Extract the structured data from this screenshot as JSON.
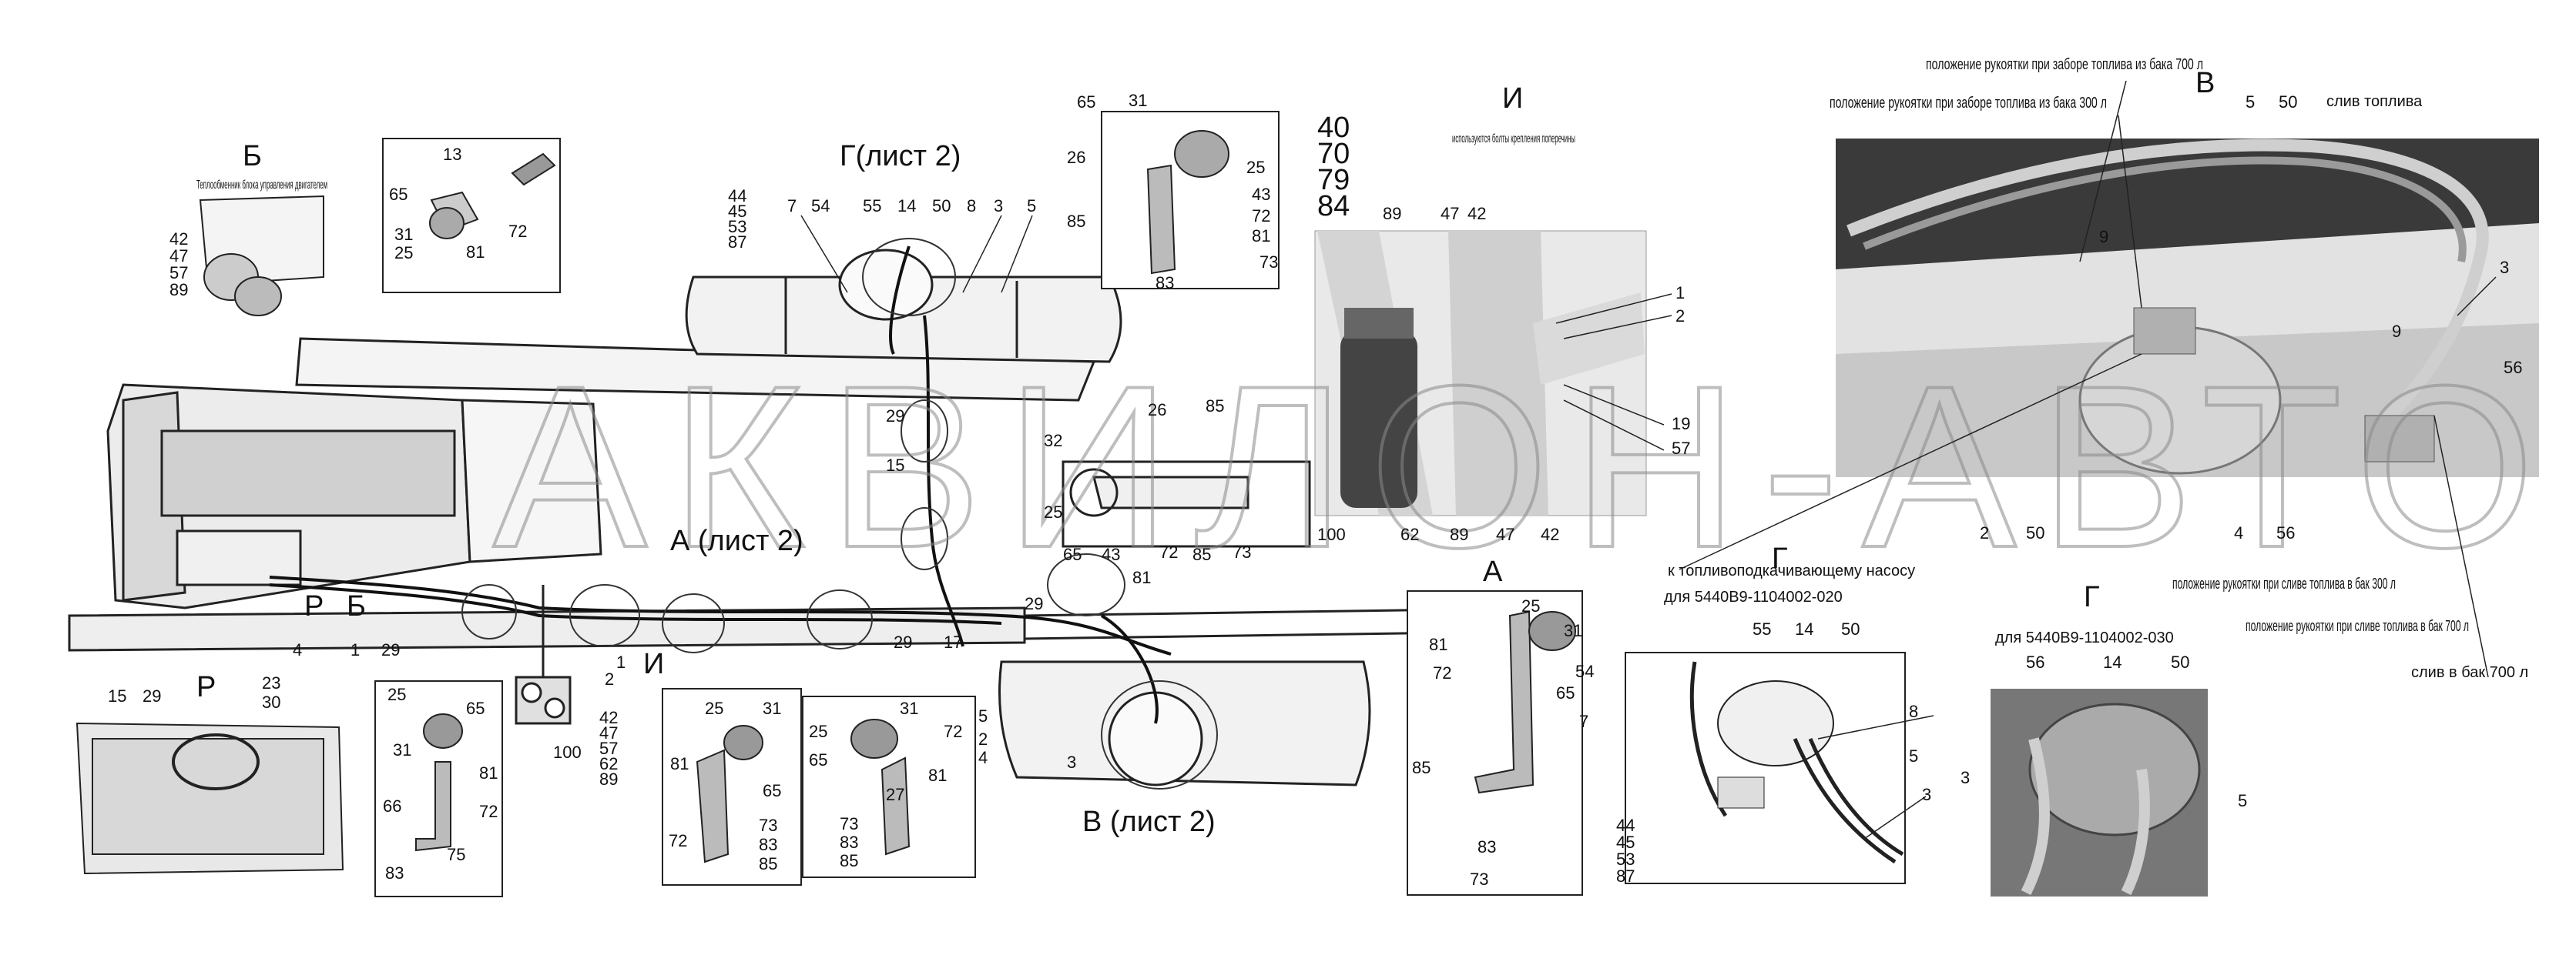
{
  "watermark": "АКВИЛОН-АВТО",
  "views": {
    "B_top_title": "Б",
    "B_top_note": "Теплообменник блока управления двигателем",
    "G_sheet2": "Г(лист 2)",
    "I_title": "И",
    "I_note": "используются болты крепления поперечины",
    "V_title": "В",
    "A_sheet2": "А (лист 2)",
    "V_sheet2": "В (лист 2)",
    "A_title": "А",
    "R_title": "Р",
    "G1_title": "Г",
    "G1_sub": "для 5440В9-1104002-020",
    "G2_title": "Г",
    "G2_sub": "для 5440В9-1104002-030",
    "I_arrow": "И",
    "R_arrow": "Р",
    "B_arrow": "Б"
  },
  "notes": {
    "handle_300_intake": "положение рукоятки при заборе топлива из бака 300 л",
    "handle_700_intake": "положение рукоятки при заборе топлива из бака 700 л",
    "fuel_drain": "слив топлива",
    "to_pump": "к топливоподкачивающему насосу",
    "handle_300_drain": "положение рукоятки при сливе топлива в бак 300 л",
    "handle_700_drain": "положение рукоятки при сливе топлива в бак 700 л",
    "drain_700": "слив в бак 700 л"
  },
  "callouts": {
    "b_stack": [
      "42",
      "47",
      "57",
      "89"
    ],
    "top_stack": [
      "44",
      "45",
      "53",
      "87"
    ],
    "i_stack": [
      "40",
      "70",
      "79",
      "84"
    ],
    "fixture_stack": [
      "42",
      "47",
      "57",
      "62",
      "89"
    ],
    "g1_stack": [
      "44",
      "45",
      "53",
      "87"
    ],
    "p13": "13",
    "p65": "65",
    "p31": "31",
    "p25": "25",
    "p72": "72",
    "p81": "81",
    "p7": "7",
    "p54": "54",
    "p55": "55",
    "p14": "14",
    "p50": "50",
    "p8": "8",
    "p3": "3",
    "p5": "5",
    "p26": "26",
    "p43": "43",
    "p85": "85",
    "p83": "83",
    "p73": "73",
    "p89": "89",
    "p47": "47",
    "p42": "42",
    "p1": "1",
    "p2": "2",
    "p19": "19",
    "p57": "57",
    "p100": "100",
    "p62": "62",
    "p9": "9",
    "p56": "56",
    "p29": "29",
    "p15": "15",
    "p32": "32",
    "p17": "17",
    "p4": "4",
    "p23": "23",
    "p30": "30",
    "p66": "66",
    "p75": "75",
    "p27": "27"
  }
}
